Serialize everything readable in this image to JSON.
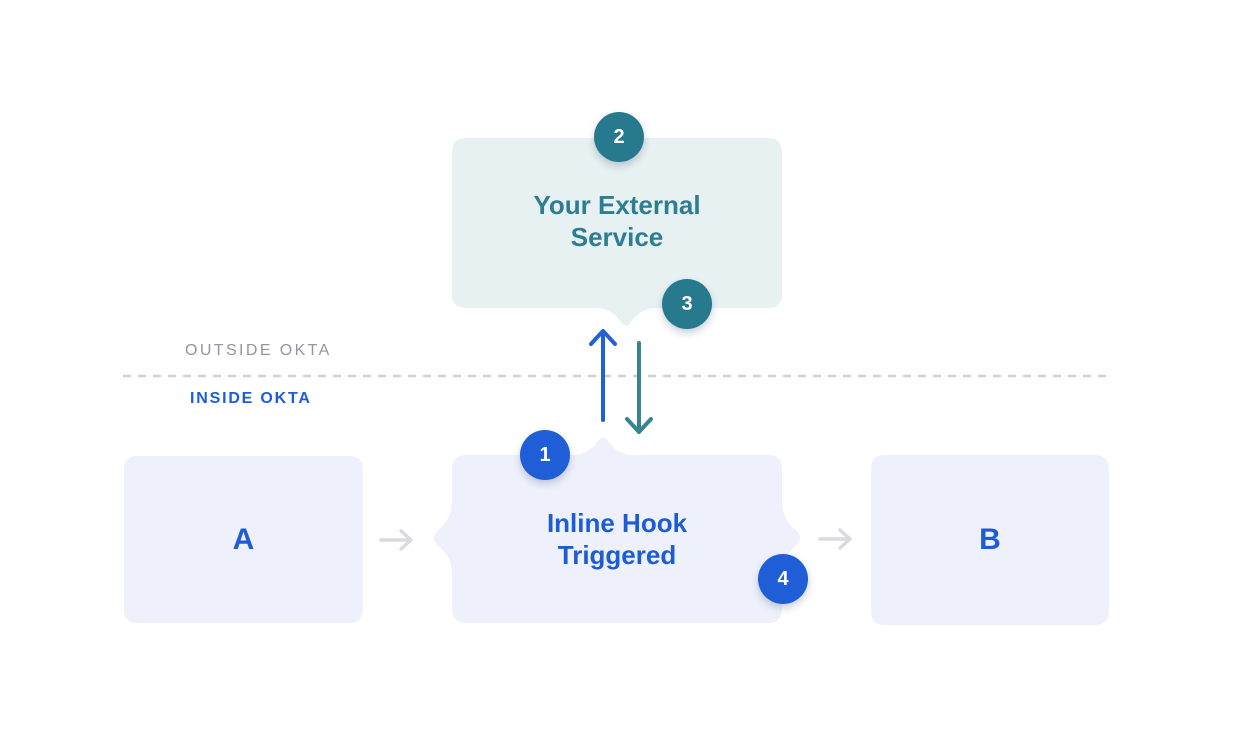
{
  "diagram": {
    "zones": {
      "outside_label": "OUTSIDE OKTA",
      "inside_label": "INSIDE OKTA"
    },
    "nodes": {
      "external_service": "Your External Service",
      "inline_hook": "Inline Hook Triggered",
      "a": "A",
      "b": "B"
    },
    "steps": [
      "1",
      "2",
      "3",
      "4"
    ],
    "colors": {
      "blue_text": "#1d5cd6",
      "blue_circle": "#1f5ed6",
      "teal_text": "#2e7d91",
      "teal_circle": "#27798d",
      "teal_arrow": "#38858f",
      "blue_arrow": "#2160d6",
      "teal_box_bg": "#e7f1f2",
      "blue_box_bg": "#eef1fb",
      "outside_label_color": "#9096a2",
      "gray_arrow": "#d9dbe0",
      "dash_color": "#cfd1d6"
    }
  }
}
